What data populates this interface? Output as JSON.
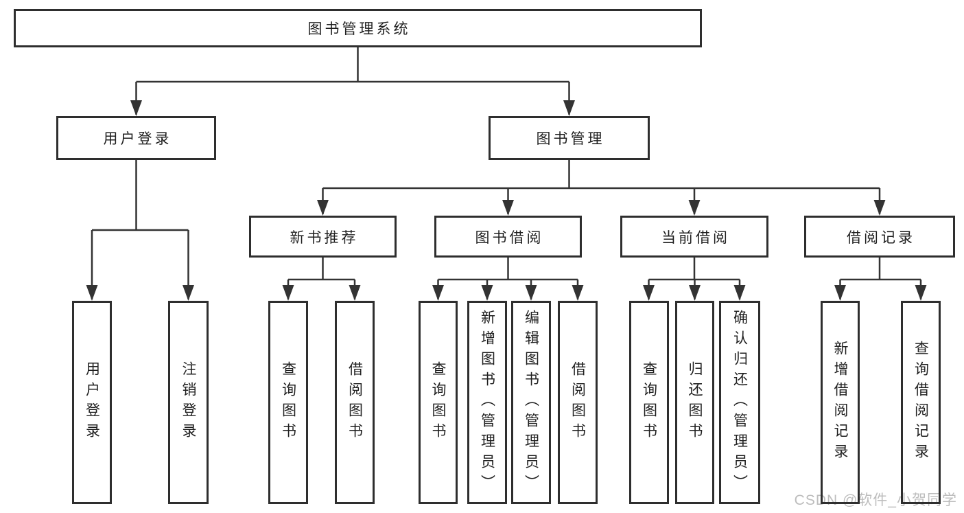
{
  "tree": {
    "root": {
      "label": "图书管理系统",
      "children": [
        {
          "label": "用户登录",
          "children": [
            {
              "label": "用户登录"
            },
            {
              "label": "注销登录"
            }
          ]
        },
        {
          "label": "图书管理",
          "children": [
            {
              "label": "新书推荐",
              "children": [
                {
                  "label": "查询图书"
                },
                {
                  "label": "借阅图书"
                }
              ]
            },
            {
              "label": "图书借阅",
              "children": [
                {
                  "label": "查询图书"
                },
                {
                  "label": "新增图书（管理员）"
                },
                {
                  "label": "编辑图书（管理员）"
                },
                {
                  "label": "借阅图书"
                }
              ]
            },
            {
              "label": "当前借阅",
              "children": [
                {
                  "label": "查询图书"
                },
                {
                  "label": "归还图书"
                },
                {
                  "label": "确认归还（管理员）"
                }
              ]
            },
            {
              "label": "借阅记录",
              "children": [
                {
                  "label": "新增借阅记录"
                },
                {
                  "label": "查询借阅记录"
                }
              ]
            }
          ]
        }
      ]
    }
  },
  "watermark": {
    "text": "CSDN @软件_小贺同学"
  },
  "colors": {
    "line": "#333333",
    "box_border": "#2e2e2e",
    "text": "#1f1f1f",
    "watermark": "#bdbdbd",
    "background": "#ffffff"
  }
}
